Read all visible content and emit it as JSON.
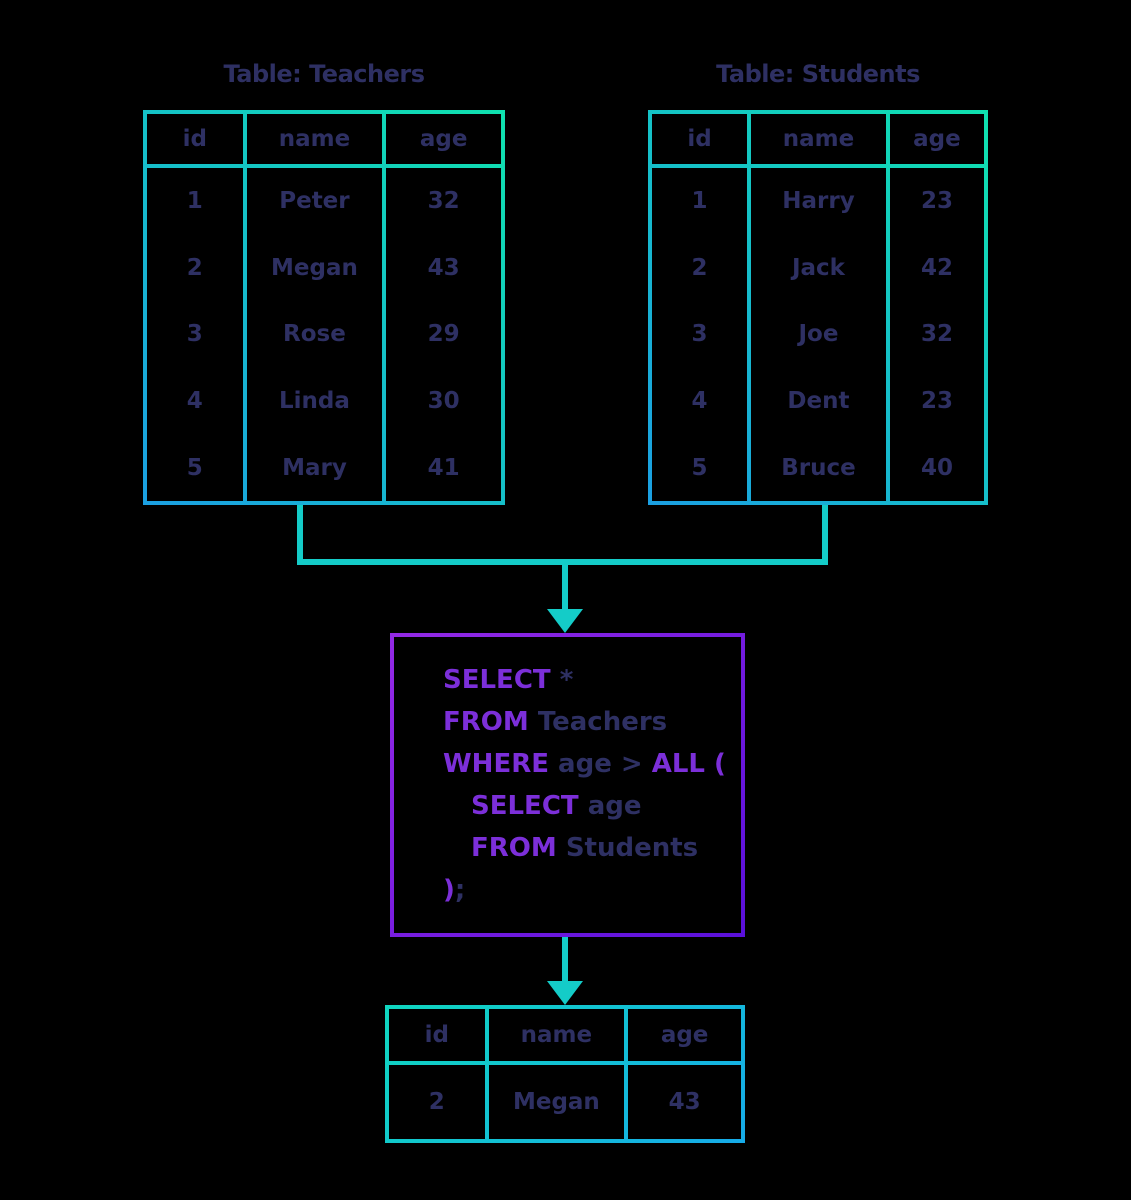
{
  "colors": {
    "background": "#000000",
    "source_table_border_gradient": [
      "#1b9fe2",
      "#0fe2af"
    ],
    "result_table_border_gradient": [
      "#0fd6bf",
      "#16abe9"
    ],
    "sql_box_border_gradient": [
      "#9329e5",
      "#5a10da"
    ],
    "connector_teal": "#14ccc8",
    "text_navy": "#2e3063",
    "sql_keyword_purple": "#7c2fd9"
  },
  "teachers": {
    "title": "Table: Teachers",
    "headers": [
      "id",
      "name",
      "age"
    ],
    "rows": [
      [
        "1",
        "Peter",
        "32"
      ],
      [
        "2",
        "Megan",
        "43"
      ],
      [
        "3",
        "Rose",
        "29"
      ],
      [
        "4",
        "Linda",
        "30"
      ],
      [
        "5",
        "Mary",
        "41"
      ]
    ]
  },
  "students": {
    "title": "Table: Students",
    "headers": [
      "id",
      "name",
      "age"
    ],
    "rows": [
      [
        "1",
        "Harry",
        "23"
      ],
      [
        "2",
        "Jack",
        "42"
      ],
      [
        "3",
        "Joe",
        "32"
      ],
      [
        "4",
        "Dent",
        "23"
      ],
      [
        "5",
        "Bruce",
        "40"
      ]
    ]
  },
  "sql": {
    "lines": [
      [
        "SELECT",
        " *",
        ""
      ],
      [
        "FROM",
        " Teachers",
        ""
      ],
      [
        "WHERE",
        " age > ",
        "ALL ("
      ],
      [
        "SELECT",
        " age",
        ""
      ],
      [
        "FROM",
        " Students",
        ""
      ],
      [
        ")",
        ";",
        ""
      ]
    ]
  },
  "result": {
    "headers": [
      "id",
      "name",
      "age"
    ],
    "rows": [
      [
        "2",
        "Megan",
        "43"
      ]
    ]
  }
}
